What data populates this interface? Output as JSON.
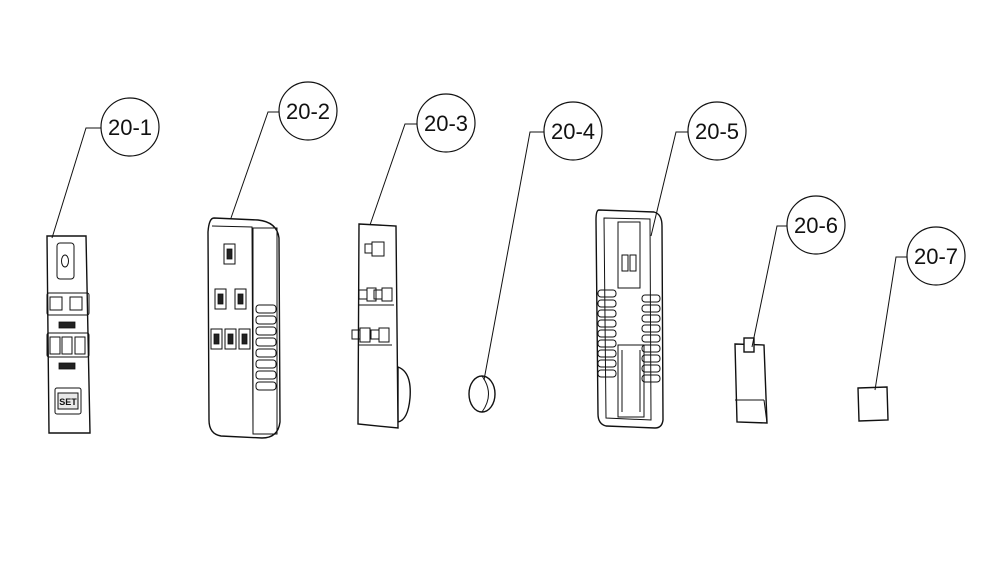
{
  "callouts": [
    {
      "label": "20-1"
    },
    {
      "label": "20-2"
    },
    {
      "label": "20-3"
    },
    {
      "label": "20-4"
    },
    {
      "label": "20-5"
    },
    {
      "label": "20-6"
    },
    {
      "label": "20-7"
    }
  ],
  "parts": [
    {
      "icon": "membrane-keypad-icon"
    },
    {
      "icon": "remote-front-housing-icon"
    },
    {
      "icon": "circuit-board-icon"
    },
    {
      "icon": "coin-battery-icon"
    },
    {
      "icon": "remote-rear-housing-icon"
    },
    {
      "icon": "battery-clip-icon"
    },
    {
      "icon": "foam-pad-icon"
    }
  ],
  "keypad": {
    "set_label": "SET"
  }
}
